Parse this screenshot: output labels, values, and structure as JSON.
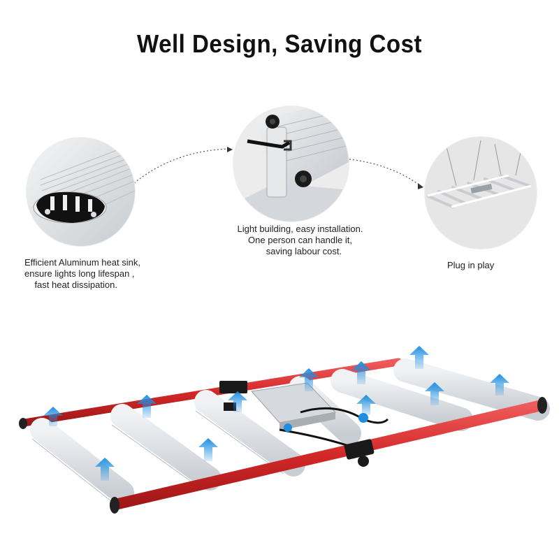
{
  "title": "Well Design, Saving Cost",
  "features": [
    {
      "caption": "Efficient Aluminum heat sink,\nensure lights long lifespan ,\n    fast heat dissipation."
    },
    {
      "caption": "Light building, easy installation.\nOne person can handle it,\n   saving labour cost."
    },
    {
      "caption": "Plug in play"
    }
  ],
  "colors": {
    "frame_red": "#d42828",
    "arrow_blue": "#1e8fe0",
    "bar_silver": "#d9dde2",
    "circle_bg": "#e9e9e9"
  },
  "icons": [
    "heat-sink-profile-icon",
    "knob-bracket-icon",
    "hanging-fixture-icon",
    "airflow-arrow-icon"
  ]
}
